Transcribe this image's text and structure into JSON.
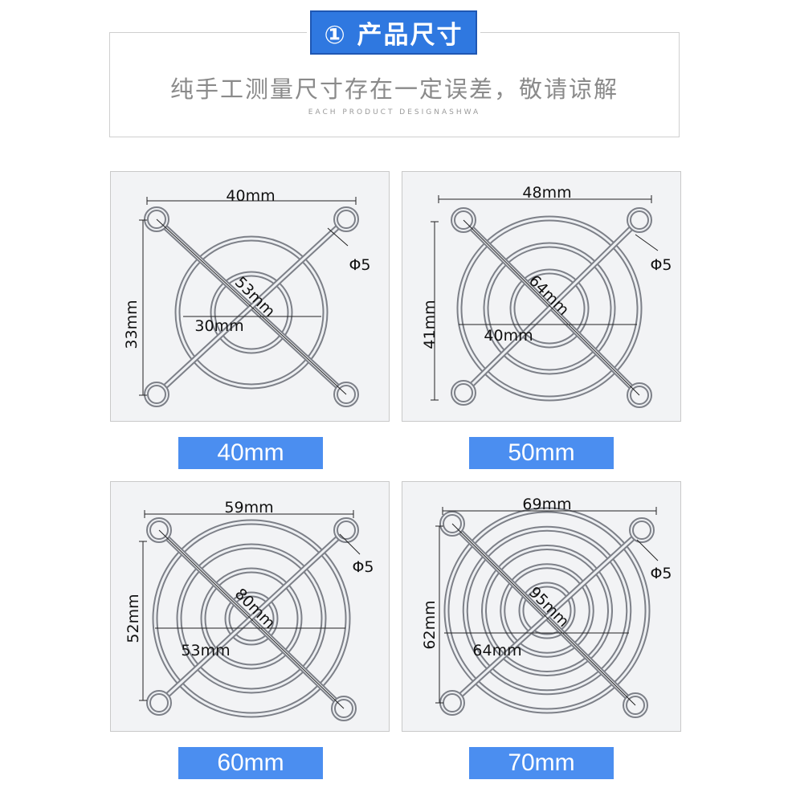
{
  "header": {
    "title": "① 产品尺寸",
    "subtitle": "纯手工测量尺寸存在一定误差，敬请谅解",
    "english": "EACH PRODUCT DESIGNASHWA"
  },
  "colors": {
    "accent": "#4b8ef0",
    "title_bg": "#2f78e0",
    "card_bg": "#f2f3f5"
  },
  "products": [
    {
      "size_label": "40mm",
      "width_dim": "40mm",
      "height_dim": "33mm",
      "diagonal_dim": "53mm",
      "inner_dim": "30mm",
      "hole_dim": "Φ5",
      "rings": 2
    },
    {
      "size_label": "50mm",
      "width_dim": "48mm",
      "height_dim": "41mm",
      "diagonal_dim": "64mm",
      "inner_dim": "40mm",
      "hole_dim": "Φ5",
      "rings": 3
    },
    {
      "size_label": "60mm",
      "width_dim": "59mm",
      "height_dim": "52mm",
      "diagonal_dim": "80mm",
      "inner_dim": "53mm",
      "hole_dim": "Φ5",
      "rings": 4
    },
    {
      "size_label": "70mm",
      "width_dim": "69mm",
      "height_dim": "62mm",
      "diagonal_dim": "95mm",
      "inner_dim": "64mm",
      "hole_dim": "Φ5",
      "rings": 5
    }
  ]
}
